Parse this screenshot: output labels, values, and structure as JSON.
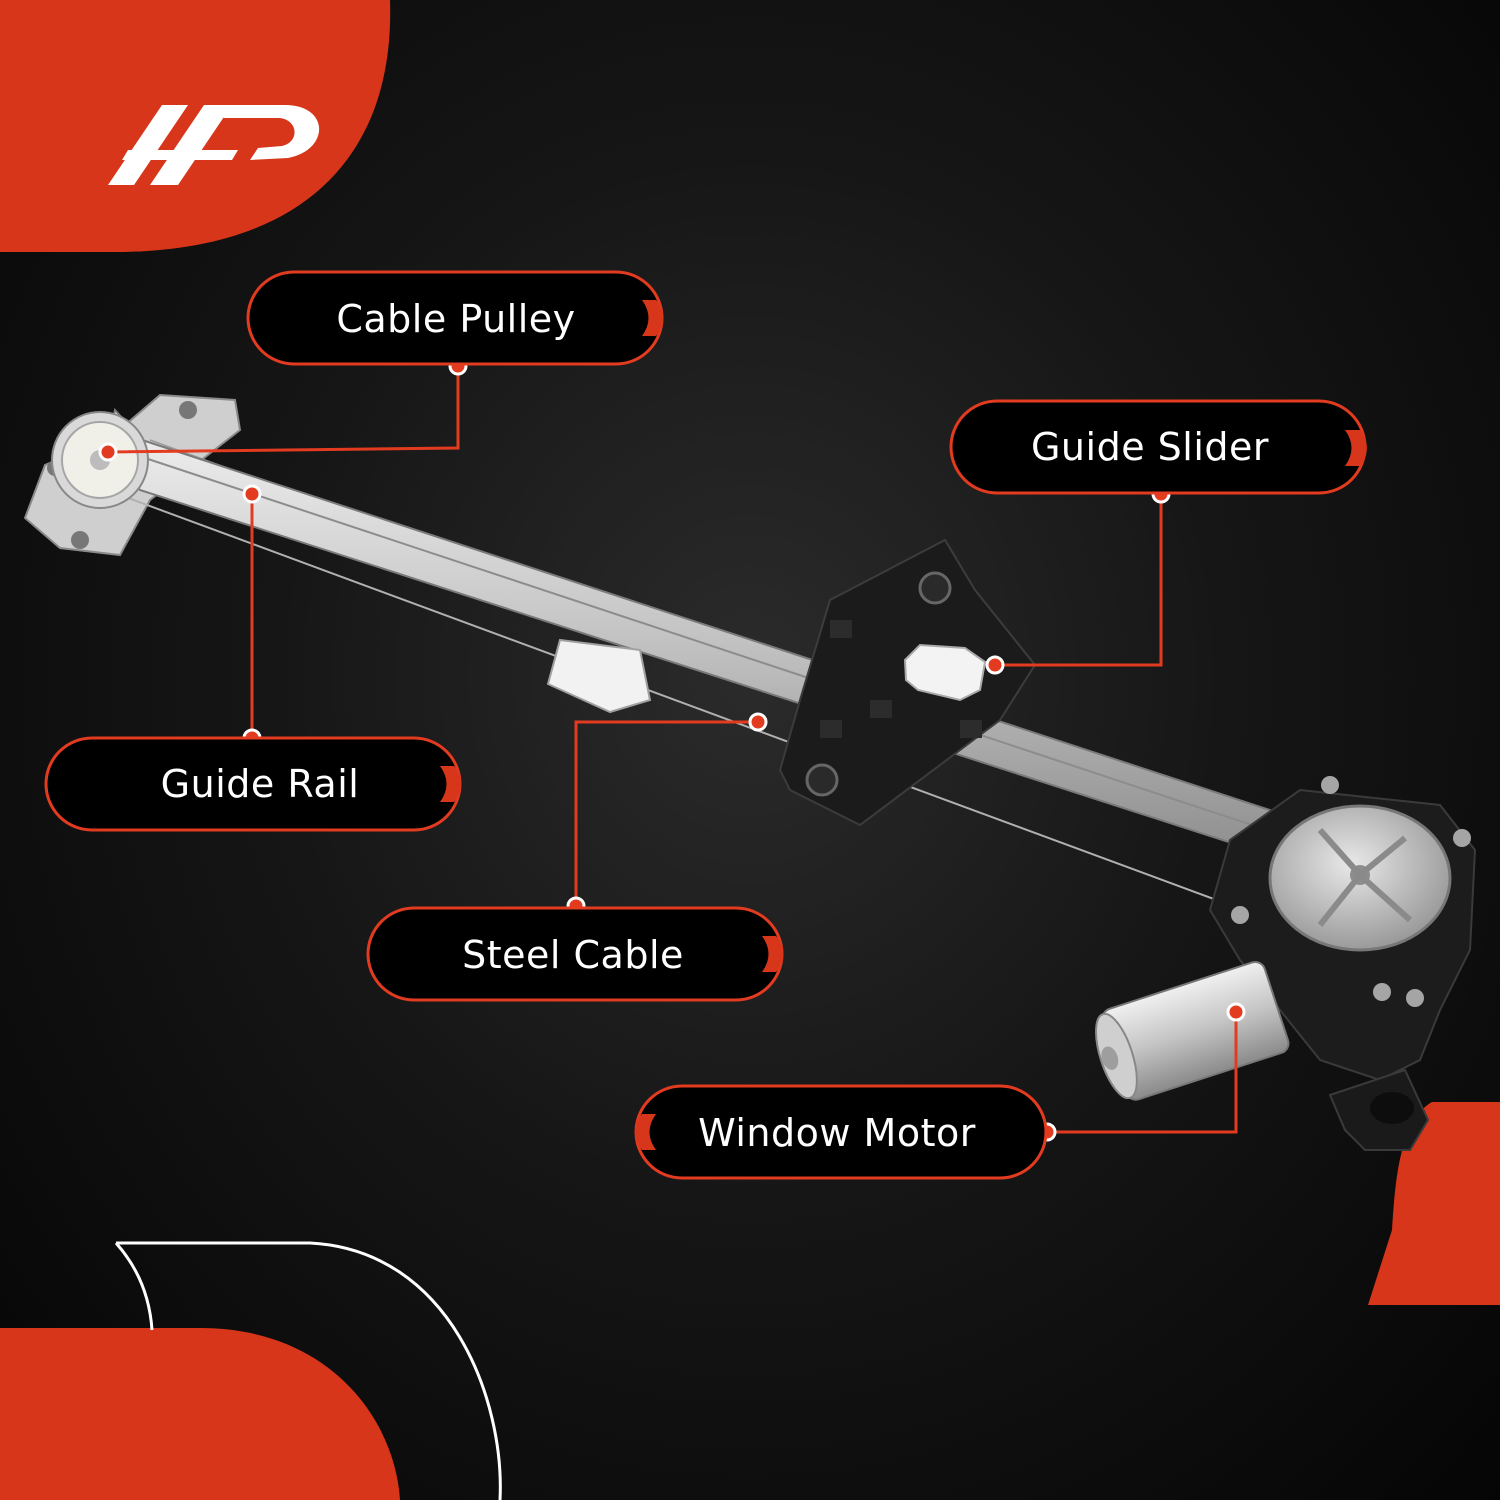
{
  "brand": {
    "logo_icon": "a-premium-logo-icon",
    "accent_color": "#d8361a",
    "line_color": "#e23b20"
  },
  "product": {
    "image_icon": "window-regulator-with-motor-icon"
  },
  "callouts": {
    "cable_pulley": "Cable Pulley",
    "guide_slider": "Guide Slider",
    "guide_rail": "Guide Rail",
    "steel_cable": "Steel Cable",
    "window_motor": "Window Motor"
  }
}
